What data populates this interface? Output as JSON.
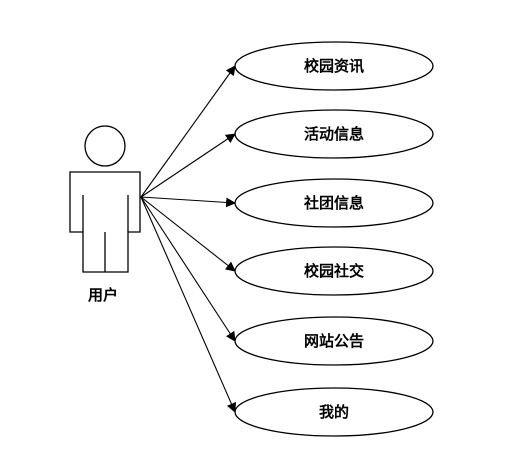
{
  "actor": {
    "label": "用户"
  },
  "use_cases": [
    {
      "label": "校园资讯"
    },
    {
      "label": "活动信息"
    },
    {
      "label": "社团信息"
    },
    {
      "label": "校园社交"
    },
    {
      "label": "网站公告"
    },
    {
      "label": "我的"
    }
  ],
  "colors": {
    "line": "#000000",
    "fill": "#ffffff",
    "background": "#ffffff"
  }
}
